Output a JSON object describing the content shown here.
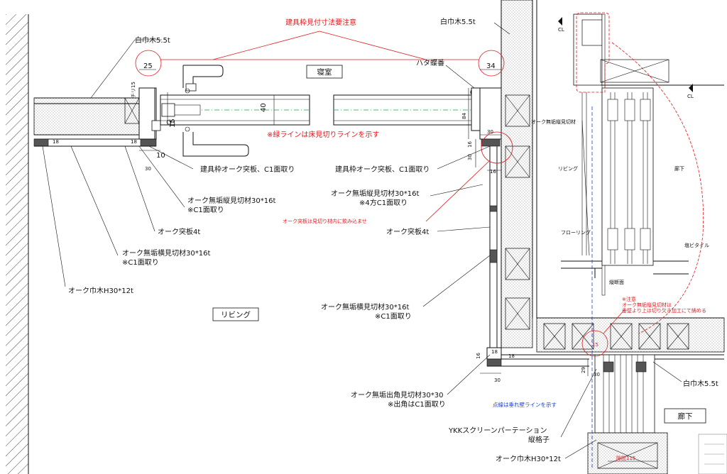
{
  "rooms": {
    "bedroom": "寝室",
    "living": "リビング",
    "corridor": "廊下",
    "mini_living": "リビング",
    "mini_corridor": "廊下"
  },
  "notes": {
    "frame_dim_caution": "建具枠見付寸法要注意",
    "green_line": "※緑ラインは床見切りラインを示す",
    "veneer_inside": "オーク突板は見切り材内に飲み込ませ",
    "dotted_line": "点線は垂れ壁ラインを示す",
    "mini_caution_1": "※注意",
    "mini_caution_2": "オーク無垢縦見切材は",
    "mini_caution_3": "垂壁より上は切り欠き加工にて納める"
  },
  "labels": {
    "white_baseboard_1": "白巾木5.5t",
    "white_baseboard_2": "白巾木5.5t",
    "white_baseboard_3": "白巾木5.5t",
    "hinge": "ハタ蝶番",
    "frame_veneer_1": "建具枠オーク突板、C1面取り",
    "frame_veneer_2": "建具枠オーク突板、C1面取り",
    "vert_trim_1a": "オーク無垢縦見切材30*16t",
    "vert_trim_1b": "※C1面取り",
    "vert_trim_2a": "オーク無垢縦見切材30*16t",
    "vert_trim_2b": "※4方C1面取り",
    "oak_veneer_1": "オーク突板4t",
    "oak_veneer_2": "オーク突板4t",
    "horiz_trim_1a": "オーク無垢横見切材30*16t",
    "horiz_trim_1b": "※C1面取り",
    "horiz_trim_2a": "オーク無垢横見切材30*16t",
    "horiz_trim_2b": "※C1面取り",
    "oak_baseboard_1": "オーク巾木H30*12t",
    "oak_baseboard_2": "オーク巾木H30*12t",
    "corner_trim_a": "オーク無垢出角見切材30*30",
    "corner_trim_b": "※出角はC1面取り",
    "ykk_a": "YKKスクリーンパーテーション",
    "ykk_b": "縦格子",
    "cut_edge": "白",
    "mini_vert_trim": "オーク無垢縦見切材",
    "mini_flooring": "フローリング",
    "mini_tile": "塩ビタイル",
    "mini_section": "縦断面",
    "cl_1": "CL",
    "cl_2": "CL"
  },
  "dims": {
    "d25": "25",
    "d34": "34",
    "d40": "40",
    "d84": "84",
    "d15": "15",
    "d15b": "15",
    "d10": "10",
    "d30a": "30",
    "d30b": "30",
    "d30c": "30",
    "d16a": "16",
    "d16b": "16",
    "d16c": "16",
    "d30d": "30",
    "d29": "29",
    "d18a": "18",
    "d18b": "18",
    "d18c": "18",
    "d18d": "18",
    "d30e": "30",
    "d15c": "15",
    "chiri": "チリ15",
    "gap": "隙間115"
  }
}
